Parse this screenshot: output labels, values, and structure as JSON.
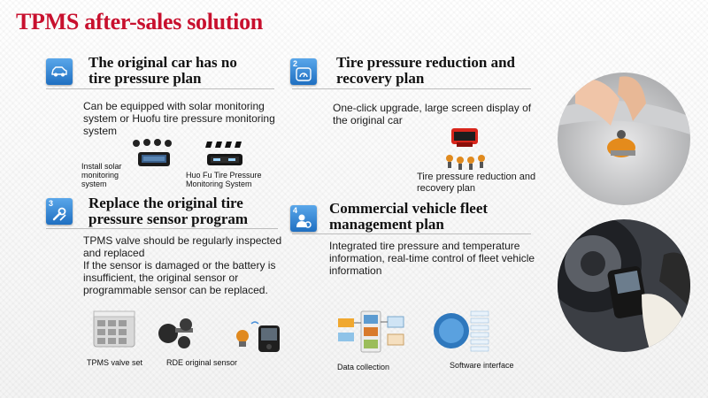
{
  "title": "TPMS after-sales solution",
  "sections": [
    {
      "number": "",
      "icon": "car-icon",
      "title_line1": "The original car has no",
      "title_line2": "tire pressure plan",
      "body": "Can be equipped with solar monitoring system or Huofu tire pressure monitoring system",
      "captions": [
        "Install solar monitoring system",
        "Huo Fu Tire Pressure Monitoring System"
      ]
    },
    {
      "number": "2",
      "icon": "gauge-icon",
      "title_line1": "Tire pressure reduction and",
      "title_line2": "recovery plan",
      "body": "One-click upgrade, large screen display of the original car",
      "captions": [
        "Tire pressure reduction and recovery plan"
      ]
    },
    {
      "number": "3",
      "icon": "wrench-icon",
      "title_line1": "Replace the original tire",
      "title_line2": "pressure sensor program",
      "body": "TPMS valve should be regularly inspected and replaced\nIf the sensor is damaged or the battery is insufficient, the original sensor or programmable sensor can be replaced.",
      "captions": [
        "TPMS valve set",
        "RDE original sensor"
      ]
    },
    {
      "number": "4",
      "icon": "user-gear-icon",
      "title_line1": "Commercial vehicle fleet",
      "title_line2": "management plan",
      "body": "Integrated tire pressure and temperature information, real-time control of fleet vehicle information",
      "captions": [
        "Data collection",
        "Software interface"
      ]
    }
  ],
  "colors": {
    "title": "#c8102e",
    "badge": "#2a7fd4"
  }
}
